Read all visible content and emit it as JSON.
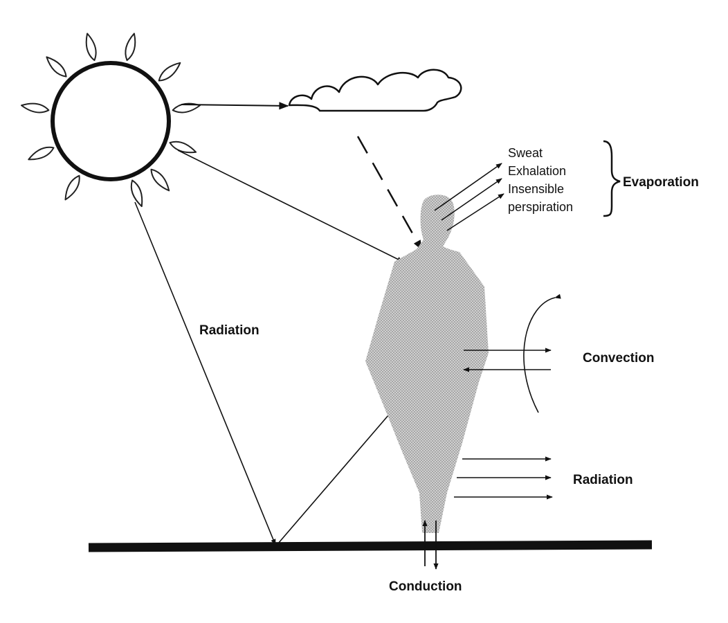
{
  "labels": {
    "radiation_sun": "Radiation",
    "evaporation": "Evaporation",
    "convection": "Convection",
    "radiation_body": "Radiation",
    "conduction": "Conduction"
  },
  "evaporation_items": [
    "Sweat",
    "Exhalation",
    "Insensible",
    "perspiration"
  ],
  "colors": {
    "ink": "#111111",
    "figure": "#b4b4b4",
    "background": "#ffffff"
  }
}
